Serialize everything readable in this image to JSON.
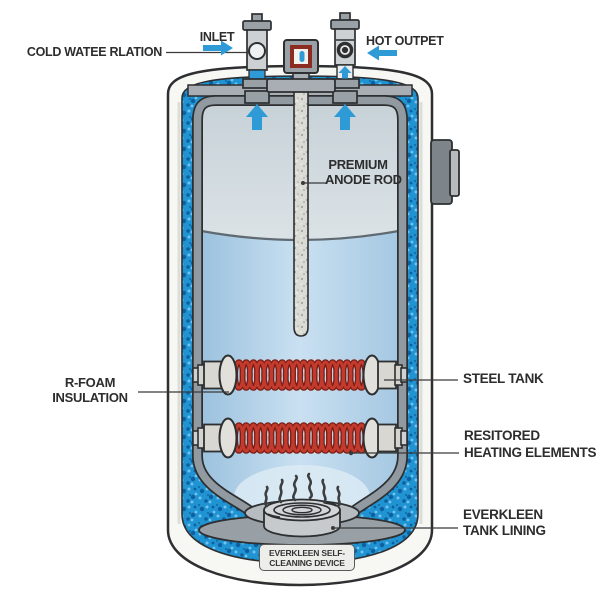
{
  "diagram": {
    "type": "water-heater-cutaway",
    "labels": {
      "cold_water_line": "COLD WATEE RLATION",
      "inlet": "INLET",
      "hot_outlet": "HOT OUTPET",
      "anode_l1": "PREMIUM",
      "anode_l2": "ANODE ROD",
      "insulation_l1": "R-FOAM",
      "insulation_l2": "INSULATION",
      "steel_tank": "STEEL TANK",
      "heating_l1": "RESITORED",
      "heating_l2": "HEATING ELEMENTS",
      "lining_l1": "EVERKLEEN",
      "lining_l2": "TANK LINING",
      "plaque_l1": "EVERKLEEN",
      "plaque_l2": "SELF-CLEANING DEVICE"
    },
    "colors": {
      "insulation_blue": "#2093d2",
      "flow_arrow_blue": "#2e9bd6",
      "water_blue": "#b9d6ea",
      "heater_coil_red": "#c23b2e",
      "tank_wall_gray": "#919aa1",
      "label_text": "#2d2d2d"
    }
  }
}
